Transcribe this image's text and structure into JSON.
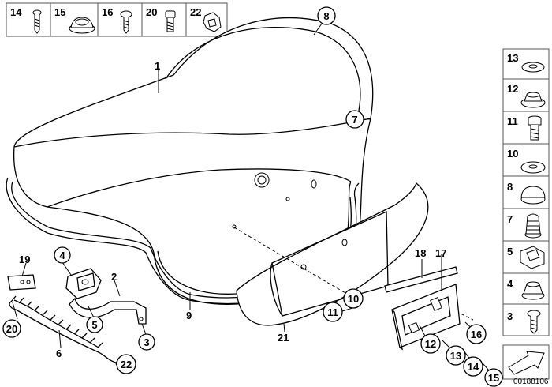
{
  "top_box_labels": [
    "14",
    "15",
    "16",
    "20",
    "22"
  ],
  "side_box_labels": [
    "13",
    "12",
    "11",
    "10",
    "8",
    "7",
    "5",
    "4",
    "3"
  ],
  "callouts": {
    "c1": "1",
    "c2": "2",
    "c3": "3",
    "c4": "4",
    "c5": "5",
    "c6": "6",
    "c7": "7",
    "c8": "8",
    "c9": "9",
    "c10": "10",
    "c11": "11",
    "c12": "12",
    "c13": "13",
    "c14": "14",
    "c15": "15",
    "c16": "16",
    "c17": "17",
    "c18": "18",
    "c19": "19",
    "c20": "20",
    "c21": "21",
    "c22": "22"
  },
  "reference_number": "00188106"
}
